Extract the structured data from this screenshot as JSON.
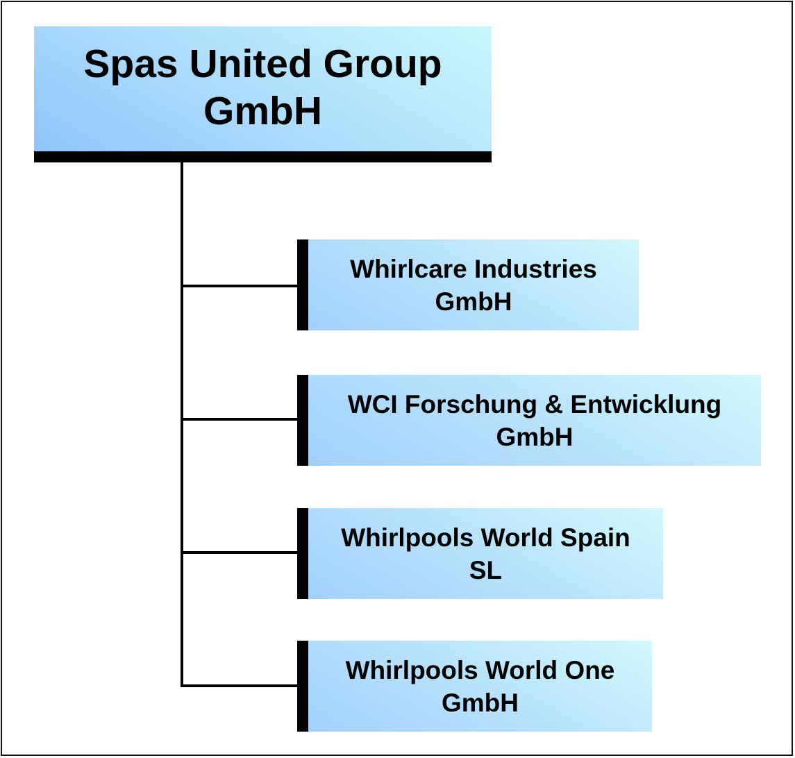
{
  "root": {
    "label": "Spas United Group\nGmbH"
  },
  "children": [
    {
      "label": "Whirlcare Industries\nGmbH"
    },
    {
      "label": "WCI Forschung & Entwicklung\nGmbH"
    },
    {
      "label": "Whirlpools World Spain\nSL"
    },
    {
      "label": "Whirlpools World One\nGmbH"
    }
  ],
  "colors": {
    "box_gradient_start": "#8ec5fb",
    "box_gradient_end": "#cbf7fc",
    "connector": "#000000"
  }
}
